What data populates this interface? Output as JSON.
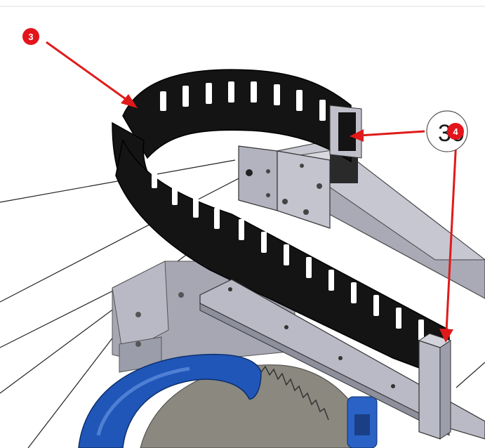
{
  "callouts": [
    {
      "label": "3"
    },
    {
      "label": "4"
    }
  ],
  "balloon": {
    "label": "30"
  },
  "colors": {
    "callout_red": "#e3141b",
    "arrow_red": "#e01a1a",
    "chain_black": "#141414",
    "frame_gray": "#a9aab6",
    "plate_gray": "#c4c5cf",
    "blade_gray": "#8a8780",
    "guard_blue": "#1f56b8",
    "leader_line": "#222222"
  },
  "icons": {
    "drag_chain": "cable-drag-chain",
    "saw_blade": "circular-saw-blade",
    "blade_guard": "blade-guard"
  }
}
